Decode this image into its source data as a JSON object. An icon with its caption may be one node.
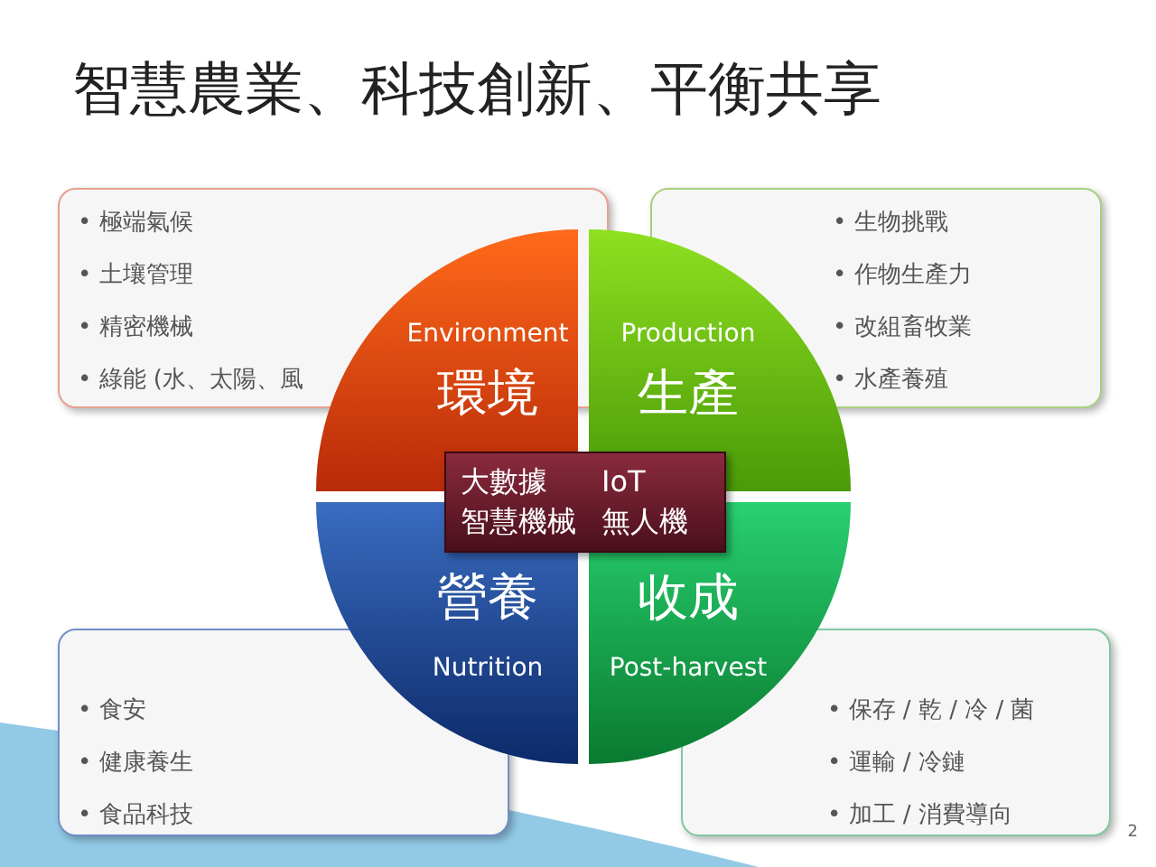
{
  "diagram": {
    "title": "智慧農業、科技創新、平衡共享",
    "nodes": [
      {
        "text": [
          "• 極端氣候",
          "• 土壤管理",
          "• 精密機械",
          "• 綠能 (水、太陽、風"
        ]
      },
      {
        "text": [
          "• 生物挑戰",
          "• 作物生產力",
          "• 改組畜牧業",
          "• 水產養殖"
        ]
      },
      {
        "text": [
          "Environment",
          "環境"
        ]
      },
      {
        "text": [
          "Production",
          "生產"
        ]
      },
      {
        "text": [
          "大數據",
          "IoT",
          "智慧機械",
          "無人機"
        ]
      },
      {
        "text": [
          "營養",
          "Nutrition"
        ]
      },
      {
        "text": [
          "收成",
          "Post-harvest"
        ]
      },
      {
        "text": [
          "• 食安",
          "• 健康養生",
          "• 食品科技"
        ]
      },
      {
        "text": [
          "• 保存 / 乾 / 冷 / 菌",
          "• 運輸 / 冷鏈",
          "• 加工 / 消費導向"
        ]
      }
    ],
    "labels": [
      "2"
    ]
  }
}
